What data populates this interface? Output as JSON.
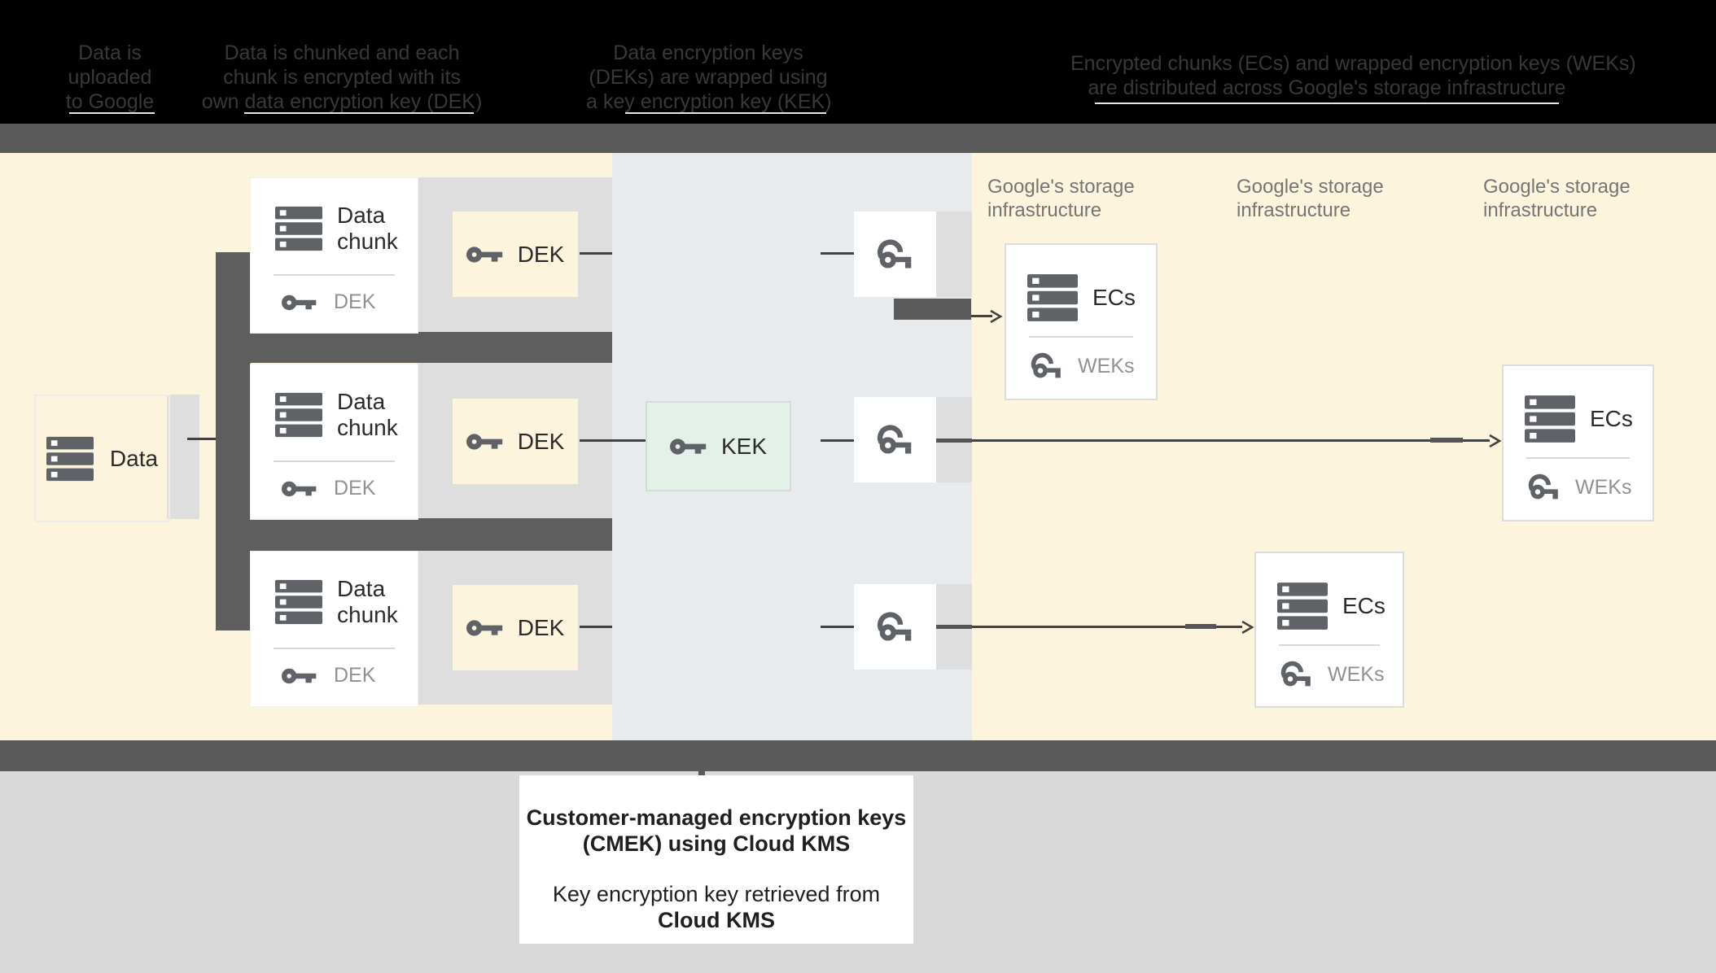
{
  "header": {
    "steps": [
      {
        "lines": [
          "Data is",
          "uploaded",
          "to Google"
        ]
      },
      {
        "lines": [
          "Data is chunked and each",
          "chunk is encrypted with its",
          "own data encryption key (DEK)"
        ]
      },
      {
        "lines": [
          "Data encryption keys",
          "(DEKs) are wrapped using",
          "a key encryption key (KEK)"
        ]
      },
      {
        "lines": [
          "Encrypted chunks (ECs) and wrapped encryption keys (WEKs)",
          "are distributed across Google's storage infrastructure"
        ]
      }
    ]
  },
  "diagram": {
    "data_box": {
      "label": "Data"
    },
    "chunks": [
      {
        "title": "Data chunk",
        "key_label": "DEK"
      },
      {
        "title": "Data chunk",
        "key_label": "DEK"
      },
      {
        "title": "Data chunk",
        "key_label": "DEK"
      }
    ],
    "dek_boxes": [
      "DEK",
      "DEK",
      "DEK"
    ],
    "kek_box": {
      "label": "KEK"
    },
    "storage_labels": [
      {
        "line1": "Google's storage",
        "line2": "infrastructure"
      },
      {
        "line1": "Google's storage",
        "line2": "infrastructure"
      },
      {
        "line1": "Google's storage",
        "line2": "infrastructure"
      }
    ],
    "ecs_boxes": [
      {
        "title": "ECs",
        "key_label": "WEKs"
      },
      {
        "title": "ECs",
        "key_label": "WEKs"
      },
      {
        "title": "ECs",
        "key_label": "WEKs"
      }
    ]
  },
  "caption": {
    "lines": [
      "Customer-managed encryption keys",
      "(CMEK) using Cloud KMS",
      "Key encryption key retrieved from",
      "Cloud KMS"
    ]
  },
  "colors": {
    "header_bg": "#000000",
    "header_text": "#383838",
    "band_gray": "#5a5a5a",
    "canvas_cream": "#fcf4dc",
    "kms_zone_blue": "#e7ebee",
    "panel_gray": "#dedede",
    "connector_dark": "#5e5e5e",
    "dek_fill": "#fdf4de",
    "kek_fill": "#e3f1e9",
    "icon_gray": "#5f6368",
    "storage_label_gray": "#757575",
    "sub_label_gray": "#8f9194",
    "footer_bg": "#d9d9d9",
    "text_dark": "#1f1f1f"
  }
}
